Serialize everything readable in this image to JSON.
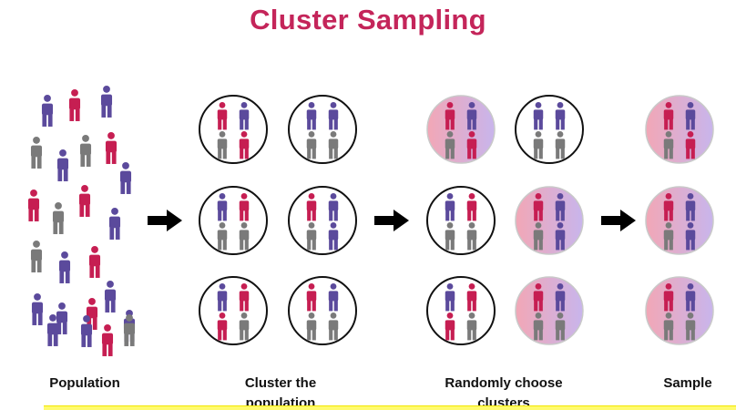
{
  "title": "Cluster Sampling",
  "colors": {
    "title": "#c4255a",
    "crimson": "#c61e52",
    "purple": "#5b4a9c",
    "gray": "#7a7a7a",
    "arrow": "#000000",
    "selected_gradient": [
      "#f2a7b6",
      "#c8b5ec"
    ]
  },
  "steps": [
    {
      "id": "population",
      "label_lines": [
        "Population"
      ],
      "people": [
        "purple",
        "crimson",
        "purple",
        "gray",
        "purple",
        "gray",
        "crimson",
        "purple",
        "crimson",
        "gray",
        "crimson",
        "purple",
        "gray",
        "purple",
        "crimson",
        "purple",
        "purple",
        "crimson",
        "purple",
        "purple",
        "crimson",
        "purple",
        "purple",
        "gray"
      ]
    },
    {
      "id": "cluster",
      "label_lines": [
        "Cluster the",
        "population"
      ],
      "clusters": [
        {
          "selected": false,
          "people": [
            "crimson",
            "purple",
            "gray",
            "crimson"
          ]
        },
        {
          "selected": false,
          "people": [
            "purple",
            "purple",
            "gray",
            "gray"
          ]
        },
        {
          "selected": false,
          "people": [
            "purple",
            "crimson",
            "gray",
            "gray"
          ]
        },
        {
          "selected": false,
          "people": [
            "crimson",
            "purple",
            "gray",
            "purple"
          ]
        },
        {
          "selected": false,
          "people": [
            "purple",
            "crimson",
            "crimson",
            "gray"
          ]
        },
        {
          "selected": false,
          "people": [
            "crimson",
            "purple",
            "gray",
            "gray"
          ]
        }
      ]
    },
    {
      "id": "choose",
      "label_lines": [
        "Randomly choose",
        "clusters"
      ],
      "clusters": [
        {
          "selected": true,
          "people": [
            "crimson",
            "purple",
            "gray",
            "crimson"
          ]
        },
        {
          "selected": false,
          "people": [
            "purple",
            "purple",
            "gray",
            "gray"
          ]
        },
        {
          "selected": false,
          "people": [
            "purple",
            "crimson",
            "gray",
            "gray"
          ]
        },
        {
          "selected": true,
          "people": [
            "crimson",
            "purple",
            "gray",
            "purple"
          ]
        },
        {
          "selected": false,
          "people": [
            "purple",
            "crimson",
            "crimson",
            "gray"
          ]
        },
        {
          "selected": true,
          "people": [
            "crimson",
            "purple",
            "gray",
            "gray"
          ]
        }
      ]
    },
    {
      "id": "sample",
      "label_lines": [
        "Sample"
      ],
      "clusters": [
        {
          "selected": true,
          "people": [
            "crimson",
            "purple",
            "gray",
            "crimson"
          ]
        },
        {
          "selected": true,
          "people": [
            "crimson",
            "purple",
            "gray",
            "purple"
          ]
        },
        {
          "selected": true,
          "people": [
            "crimson",
            "purple",
            "gray",
            "gray"
          ]
        }
      ]
    }
  ]
}
